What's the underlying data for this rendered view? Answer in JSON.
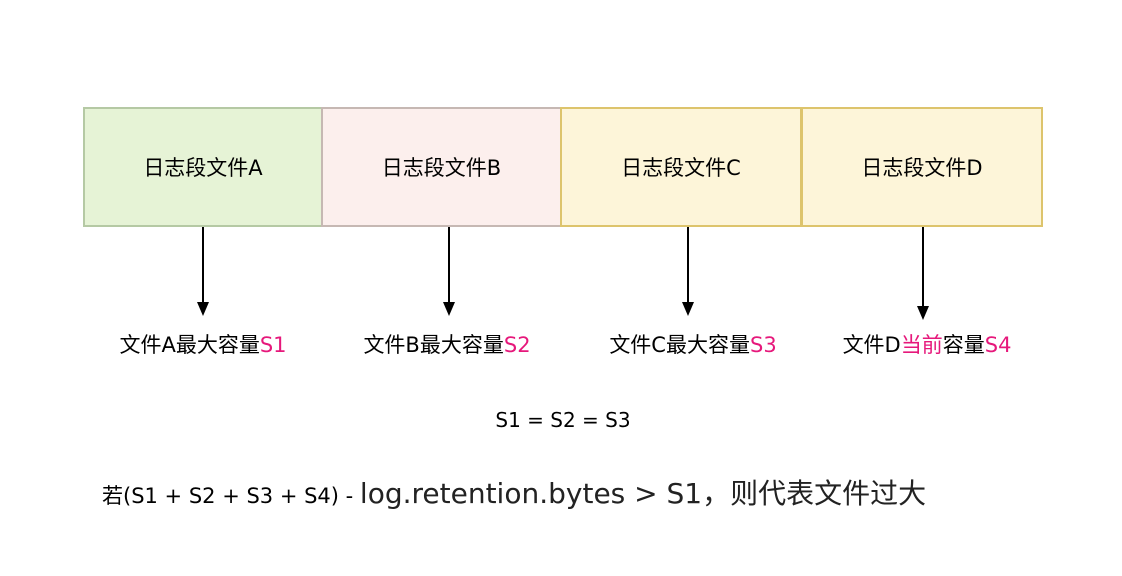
{
  "segments": [
    {
      "label": "日志段文件A",
      "fill": "#e6f3d6",
      "stroke": "#b5c9a4"
    },
    {
      "label": "日志段文件B",
      "fill": "#fcefed",
      "stroke": "#c6b8b3"
    },
    {
      "label": "日志段文件C",
      "fill": "#fdf5d9",
      "stroke": "#ddc46c"
    },
    {
      "label": "日志段文件D",
      "fill": "#fdf5d9",
      "stroke": "#ddc46c"
    }
  ],
  "captions": [
    {
      "prefix": "文件A",
      "highlight": "",
      "middle": "最大容量",
      "size": "S1"
    },
    {
      "prefix": "文件B",
      "highlight": "",
      "middle": "最大容量",
      "size": "S2"
    },
    {
      "prefix": "文件C",
      "highlight": "",
      "middle": "最大容量",
      "size": "S3"
    },
    {
      "prefix": "文件D",
      "highlight": "当前",
      "middle": "容量",
      "size": "S4"
    }
  ],
  "equation": "S1 = S2 = S3",
  "condition": {
    "part1": "若(S1 + S2 + S3 + S4) - ",
    "part2": "log.retention.bytes > S1，则代表文件过大"
  },
  "colors": {
    "highlight": "#e6187b",
    "arrow": "#000000"
  }
}
